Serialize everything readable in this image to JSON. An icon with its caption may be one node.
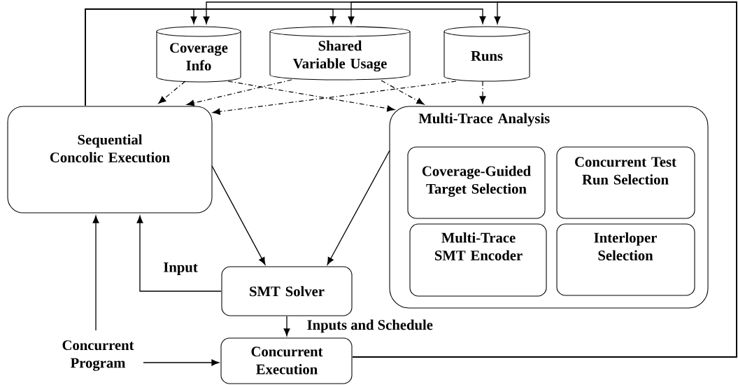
{
  "diagram": {
    "nodes": [
      {
        "text": [
          "Coverage Info"
        ]
      },
      {
        "text": [
          "Shared Variable Usage"
        ]
      },
      {
        "text": [
          "Runs"
        ]
      },
      {
        "text": [
          "Sequential Concolic Execution"
        ]
      },
      {
        "text": [
          "Multi-Trace Analysis"
        ]
      },
      {
        "text": [
          "Coverage-Guided Target Selection"
        ],
        "in": 4
      },
      {
        "text": [
          "Concurrent Test Run Selection"
        ],
        "in": 4
      },
      {
        "text": [
          "Multi-Trace SMT Encoder"
        ],
        "in": 4
      },
      {
        "text": [
          "Interloper Selection"
        ],
        "in": 4
      },
      {
        "text": [
          "SMT Solver"
        ]
      },
      {
        "text": [
          "Concurrent Execution"
        ]
      },
      {
        "text": [
          "Concurrent Program"
        ]
      }
    ],
    "edges": [
      {
        "from": 3,
        "to": 0,
        "arrow": "to"
      },
      {
        "from": 3,
        "to": 1,
        "arrow": "to"
      },
      {
        "from": 3,
        "to": 2,
        "arrow": "to"
      },
      {
        "from": 10,
        "to": 0,
        "arrow": "to"
      },
      {
        "from": 10,
        "to": 1,
        "arrow": "to"
      },
      {
        "from": 10,
        "to": 2,
        "arrow": "to"
      },
      {
        "from": 0,
        "to": 3,
        "arrow": "to",
        "style": "dashed"
      },
      {
        "from": 0,
        "to": 4,
        "arrow": "to",
        "style": "dashed"
      },
      {
        "from": 1,
        "to": 3,
        "arrow": "to",
        "style": "dashed"
      },
      {
        "from": 1,
        "to": 4,
        "arrow": "to",
        "style": "dashed"
      },
      {
        "from": 2,
        "to": 3,
        "arrow": "to",
        "style": "dashed"
      },
      {
        "from": 2,
        "to": 4,
        "arrow": "to",
        "style": "dashed"
      },
      {
        "from": 3,
        "to": 9,
        "arrow": "to"
      },
      {
        "from": 4,
        "to": 9,
        "arrow": "to"
      },
      {
        "from": 9,
        "to": 3,
        "arrow": "to",
        "label": "Input"
      },
      {
        "from": 9,
        "to": 10,
        "arrow": "to",
        "label": "Inputs and Schedule"
      },
      {
        "from": 11,
        "to": 3,
        "arrow": "to"
      },
      {
        "from": 11,
        "to": 10,
        "arrow": "to"
      }
    ]
  }
}
